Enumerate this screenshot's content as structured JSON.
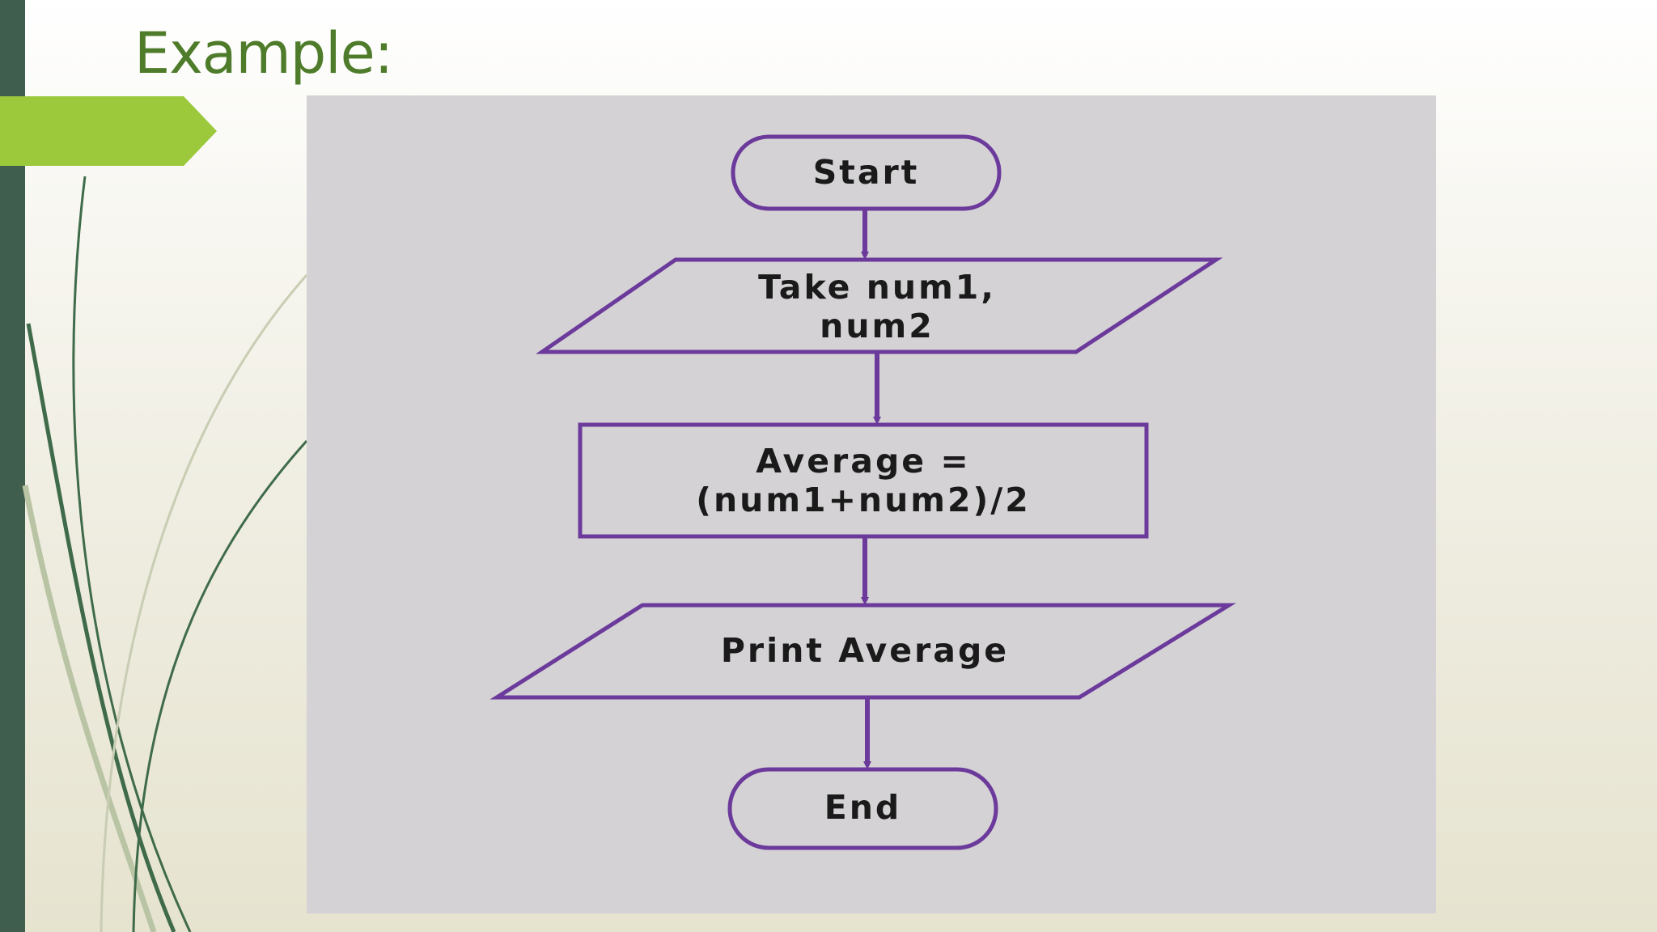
{
  "slide": {
    "title": "Example:"
  },
  "theme": {
    "accent_green": "#9bc93b",
    "title_green": "#4e7c2a",
    "sidebar_dark": "#3f5e4e",
    "flow_stroke": "#6b3a9b",
    "panel_bg": "#d4d2d5"
  },
  "flowchart": {
    "nodes": [
      {
        "id": "start",
        "shape": "terminator",
        "lines": [
          "Start"
        ]
      },
      {
        "id": "input",
        "shape": "parallelogram",
        "lines": [
          "Take num1,",
          "num2"
        ]
      },
      {
        "id": "process",
        "shape": "rectangle",
        "lines": [
          "Average =",
          "(num1+num2)/2"
        ]
      },
      {
        "id": "output",
        "shape": "parallelogram",
        "lines": [
          "Print Average"
        ]
      },
      {
        "id": "end",
        "shape": "terminator",
        "lines": [
          "End"
        ]
      }
    ],
    "edges": [
      {
        "from": "start",
        "to": "input"
      },
      {
        "from": "input",
        "to": "process"
      },
      {
        "from": "process",
        "to": "output"
      },
      {
        "from": "output",
        "to": "end"
      }
    ]
  }
}
